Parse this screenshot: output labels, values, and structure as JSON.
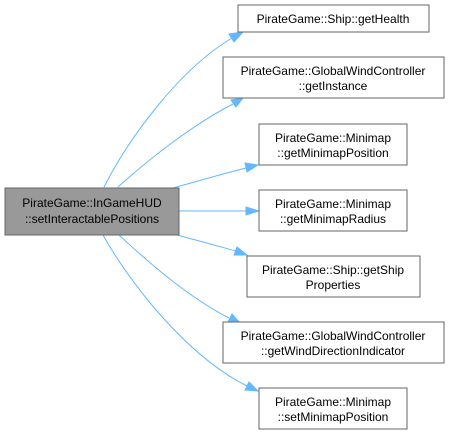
{
  "diagram": {
    "source": {
      "line1": "PirateGame::InGameHUD",
      "line2": "::setInteractablePositions"
    },
    "targets": [
      {
        "line1": "PirateGame::Ship::getHealth",
        "line2": ""
      },
      {
        "line1": "PirateGame::GlobalWindController",
        "line2": "::getInstance"
      },
      {
        "line1": "PirateGame::Minimap",
        "line2": "::getMinimapPosition"
      },
      {
        "line1": "PirateGame::Minimap",
        "line2": "::getMinimapRadius"
      },
      {
        "line1": "PirateGame::Ship::getShip",
        "line2": "Properties"
      },
      {
        "line1": "PirateGame::GlobalWindController",
        "line2": "::getWindDirectionIndicator"
      },
      {
        "line1": "PirateGame::Minimap",
        "line2": "::setMinimapPosition"
      }
    ],
    "colors": {
      "source_fill": "#999999",
      "target_fill": "#ffffff",
      "border": "#666666",
      "edge": "#63b8ff"
    }
  }
}
